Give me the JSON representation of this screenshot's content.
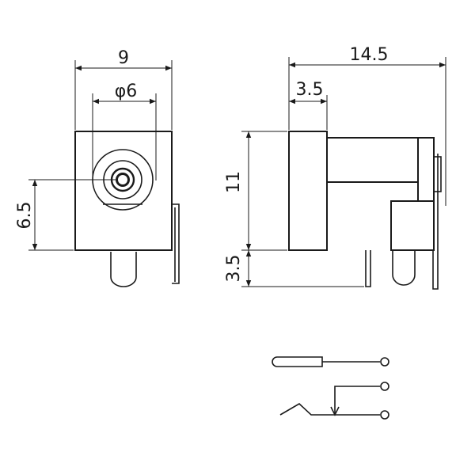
{
  "dimensions": {
    "width_front": "9",
    "diameter": "φ6",
    "height_center": "6.5",
    "total_depth": "14.5",
    "body_depth": "3.5",
    "body_height": "11",
    "pin_length": "3.5"
  },
  "colors": {
    "line": "#1a1a1a",
    "background": "#ffffff"
  }
}
